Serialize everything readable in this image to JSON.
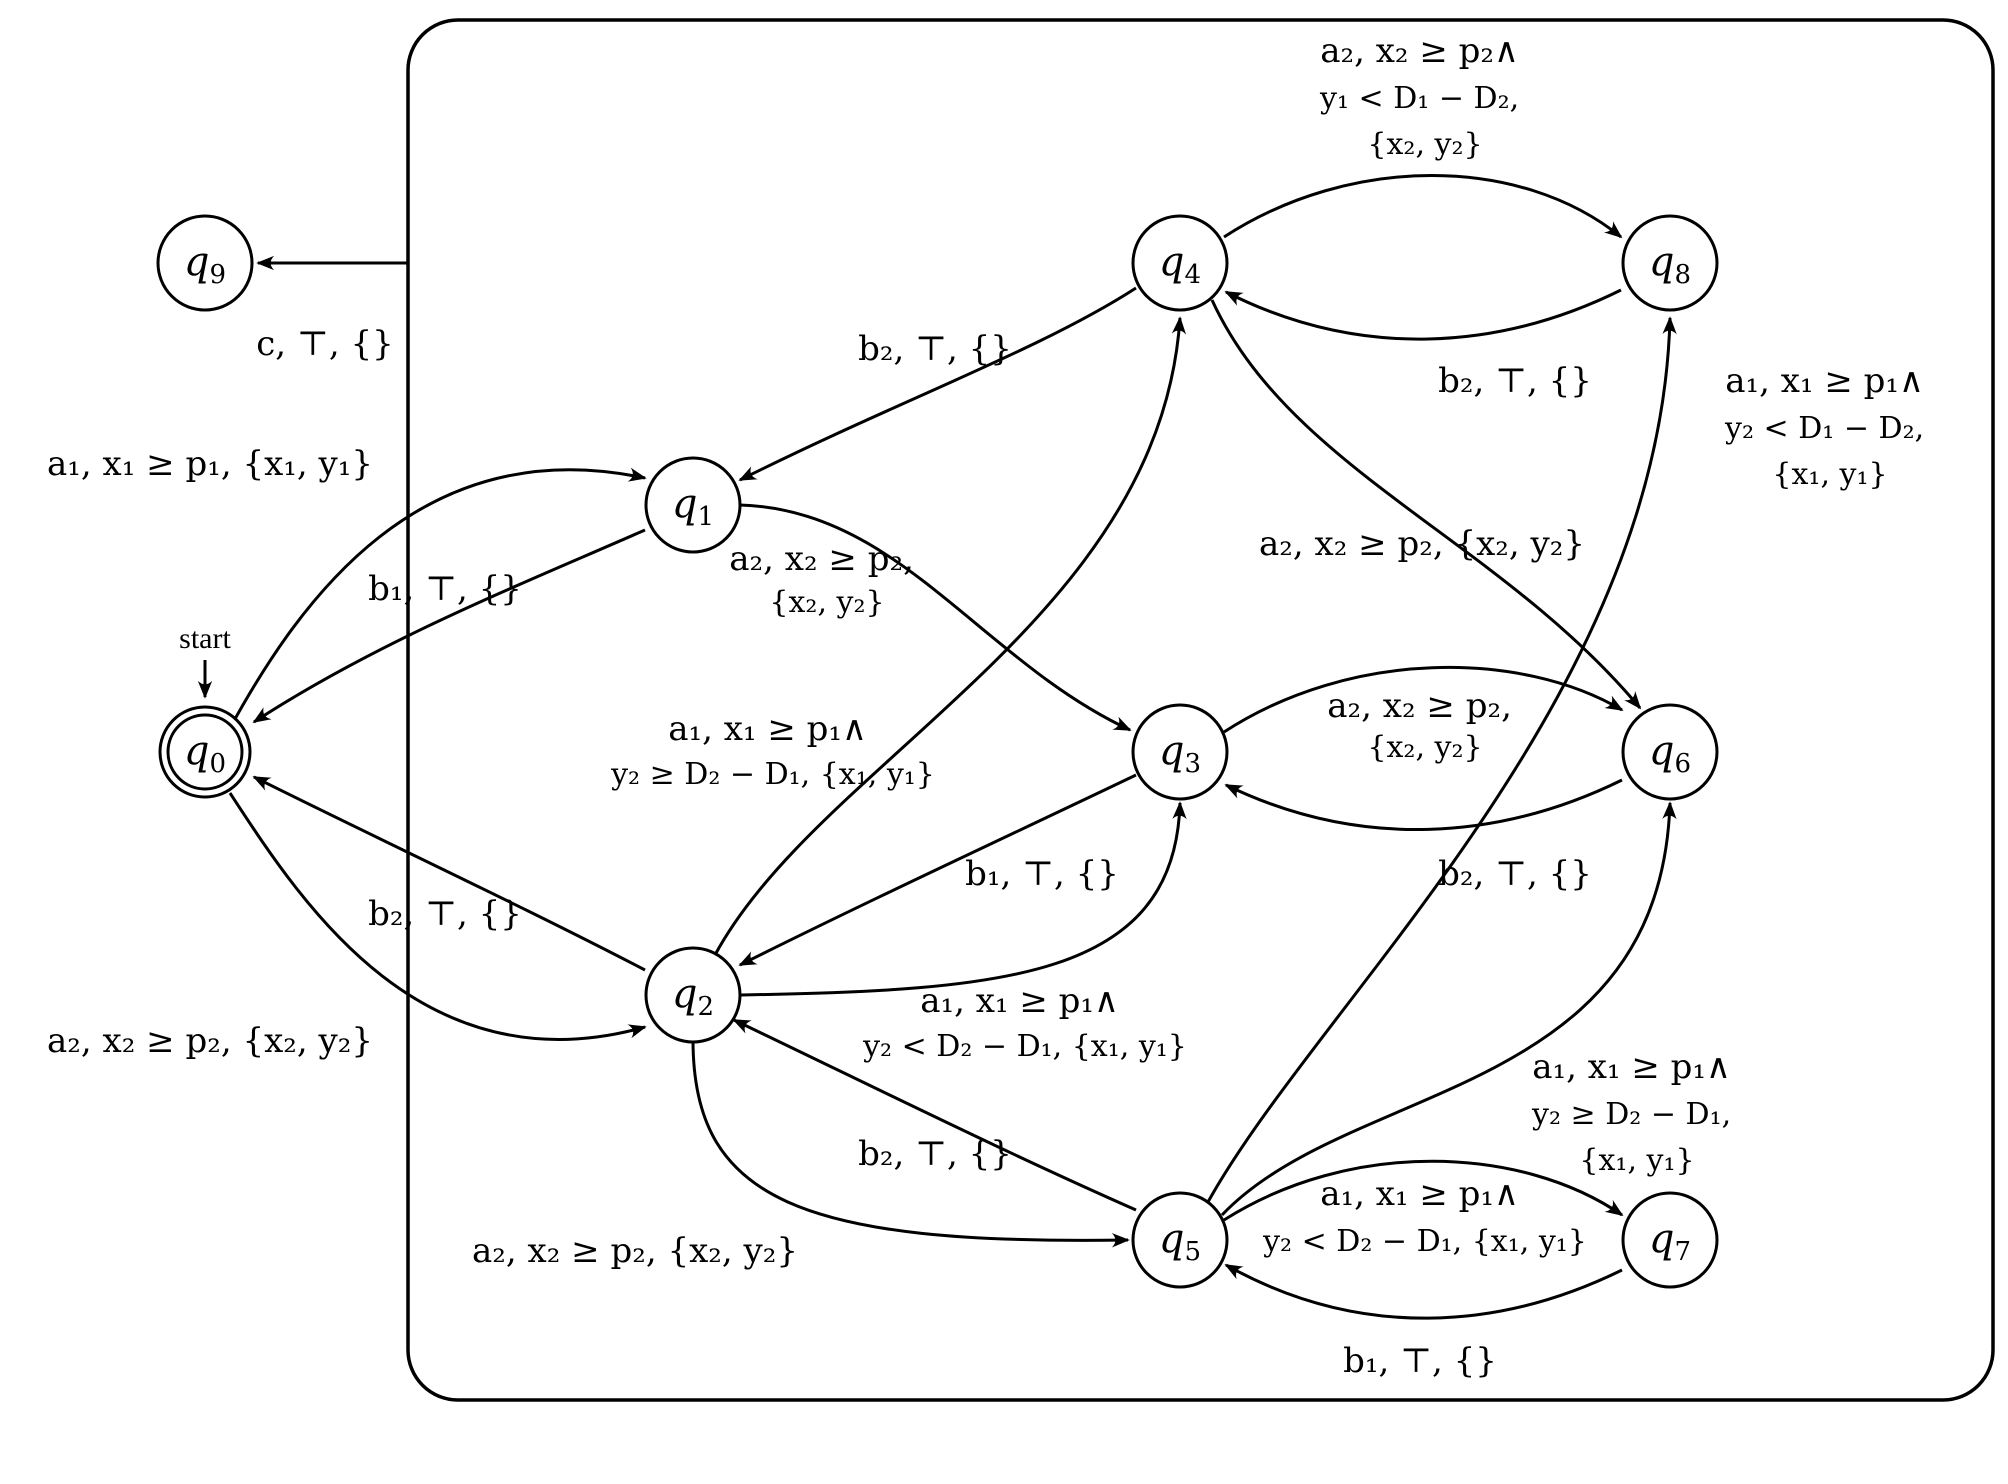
{
  "states": {
    "q0": {
      "name": "q",
      "sub": "0"
    },
    "q1": {
      "name": "q",
      "sub": "1"
    },
    "q2": {
      "name": "q",
      "sub": "2"
    },
    "q3": {
      "name": "q",
      "sub": "3"
    },
    "q4": {
      "name": "q",
      "sub": "4"
    },
    "q5": {
      "name": "q",
      "sub": "5"
    },
    "q6": {
      "name": "q",
      "sub": "6"
    },
    "q7": {
      "name": "q",
      "sub": "7"
    },
    "q8": {
      "name": "q",
      "sub": "8"
    },
    "q9": {
      "name": "q",
      "sub": "9"
    }
  },
  "start_label": "start",
  "edges": {
    "box_q9": [
      "c, ⊤, {}"
    ],
    "q0_q1": [
      "a₁, x₁ ≥ p₁, {x₁, y₁}"
    ],
    "q1_q0": [
      "b₁, ⊤, {}"
    ],
    "q0_q2": [
      "a₂, x₂ ≥ p₂, {x₂, y₂}"
    ],
    "q2_q0": [
      "b₂, ⊤, {}"
    ],
    "q1_q3": [
      "a₂, x₂ ≥ p₂,",
      "{x₂, y₂}"
    ],
    "q4_q1": [
      "b₂, ⊤, {}"
    ],
    "q2_q4": [
      "a₁, x₁ ≥ p₁∧",
      "y₂ ≥ D₂ − D₁, {x₁, y₁}"
    ],
    "q3_q2": [
      "b₁, ⊤, {}"
    ],
    "q2_q3": [
      "a₁, x₁ ≥ p₁∧",
      "y₂ < D₂ − D₁, {x₁, y₁}"
    ],
    "q5_q2": [
      "b₂, ⊤, {}"
    ],
    "q2_q5": [
      "a₂, x₂ ≥ p₂, {x₂, y₂}"
    ],
    "q4_q8": [
      "a₂, x₂ ≥ p₂∧",
      "y₁ < D₁ − D₂,",
      "{x₂, y₂}"
    ],
    "q8_q4": [
      "b₂, ⊤, {}"
    ],
    "q4_q6": [
      "a₂, x₂ ≥ p₂, {x₂, y₂}"
    ],
    "q3_q6": [
      "a₂, x₂ ≥ p₂,",
      "{x₂, y₂}"
    ],
    "q6_q3": [
      "b₂, ⊤, {}"
    ],
    "q5_q8": [
      "a₁, x₁ ≥ p₁∧",
      "y₂ < D₁ − D₂,",
      "{x₁, y₁}"
    ],
    "q5_q6": [
      "a₁, x₁ ≥ p₁∧",
      "y₂ ≥ D₂ − D₁,",
      "{x₁, y₁}"
    ],
    "q5_q7": [
      "a₁, x₁ ≥ p₁∧",
      "y₂ < D₂ − D₁, {x₁, y₁}"
    ],
    "q7_q5": [
      "b₁, ⊤, {}"
    ]
  }
}
